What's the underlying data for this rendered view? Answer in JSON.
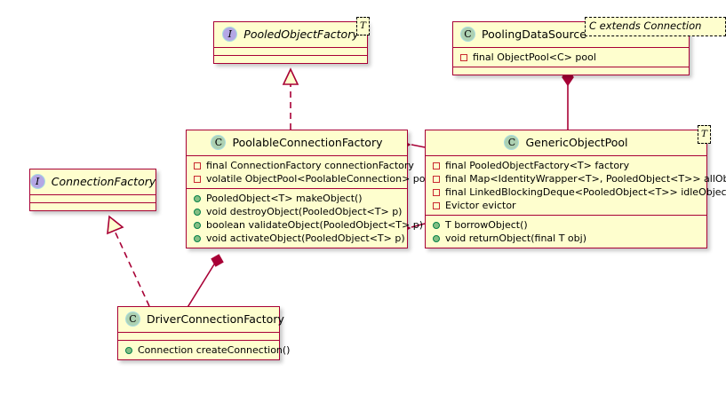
{
  "diagram": {
    "type": "uml-class-diagram",
    "background": "#ffffff",
    "colors": {
      "box_fill": "#FEFECE",
      "box_border": "#A80036",
      "line": "#A80036",
      "class_icon": "#ADD1B2",
      "interface_icon": "#B4A7E5",
      "private_marker": "#C82930",
      "public_marker": "#84BE84"
    }
  },
  "classes": {
    "pooled_object_factory": {
      "stereotype": "I",
      "name": "PooledObjectFactory",
      "generic": "T",
      "fields": [],
      "methods": []
    },
    "pooling_data_source": {
      "stereotype": "C",
      "name": "PoolingDataSource",
      "generic": "C extends Connection",
      "fields": [
        {
          "marker": "private-field",
          "text": "final ObjectPool<C> pool"
        }
      ],
      "methods": []
    },
    "poolable_connection_factory": {
      "stereotype": "C",
      "name": "PoolableConnectionFactory",
      "fields": [
        {
          "marker": "private-field",
          "text": "final ConnectionFactory connectionFactory"
        },
        {
          "marker": "private-field",
          "text": "volatile ObjectPool<PoolableConnection> pool"
        }
      ],
      "methods": [
        {
          "marker": "public-method",
          "text": "PooledObject<T> makeObject()"
        },
        {
          "marker": "public-method",
          "text": "void destroyObject(PooledObject<T> p)"
        },
        {
          "marker": "public-method",
          "text": "boolean validateObject(PooledObject<T> p)"
        },
        {
          "marker": "public-method",
          "text": "void activateObject(PooledObject<T> p)"
        }
      ]
    },
    "generic_object_pool": {
      "stereotype": "C",
      "name": "GenericObjectPool",
      "generic": "T",
      "fields": [
        {
          "marker": "private-field",
          "text": "final PooledObjectFactory<T> factory"
        },
        {
          "marker": "private-field",
          "text": "final Map<IdentityWrapper<T>, PooledObject<T>> allObjects"
        },
        {
          "marker": "private-field",
          "text": "final LinkedBlockingDeque<PooledObject<T>> idleObjects"
        },
        {
          "marker": "private-field",
          "text": "Evictor evictor"
        }
      ],
      "methods": [
        {
          "marker": "public-method",
          "text": "T borrowObject()"
        },
        {
          "marker": "public-method",
          "text": "void returnObject(final T obj)"
        }
      ]
    },
    "connection_factory": {
      "stereotype": "I",
      "name": "ConnectionFactory",
      "fields": [],
      "methods": []
    },
    "driver_connection_factory": {
      "stereotype": "C",
      "name": "DriverConnectionFactory",
      "fields": [],
      "methods": [
        {
          "marker": "public-method",
          "text": "Connection createConnection()"
        }
      ]
    }
  },
  "relations": [
    {
      "name": "realization-poolable-to-pooledobjectfactory",
      "kind": "realization",
      "from": "poolable_connection_factory",
      "to": "pooled_object_factory"
    },
    {
      "name": "composition-poolingdatasource-to-genericobjectpool",
      "kind": "composition",
      "from": "pooling_data_source",
      "to": "generic_object_pool"
    },
    {
      "name": "composition-genericobjectpool-to-poolableconnectionfactory-top",
      "kind": "composition",
      "from": "generic_object_pool",
      "to": "poolable_connection_factory"
    },
    {
      "name": "composition-genericobjectpool-to-poolableconnectionfactory-bottom",
      "kind": "composition",
      "from": "generic_object_pool",
      "to": "poolable_connection_factory"
    },
    {
      "name": "realization-driverconnectionfactory-to-connectionfactory",
      "kind": "realization",
      "from": "driver_connection_factory",
      "to": "connection_factory"
    },
    {
      "name": "composition-poolableconnectionfactory-to-driverconnectionfactory",
      "kind": "composition",
      "from": "poolable_connection_factory",
      "to": "driver_connection_factory"
    }
  ]
}
